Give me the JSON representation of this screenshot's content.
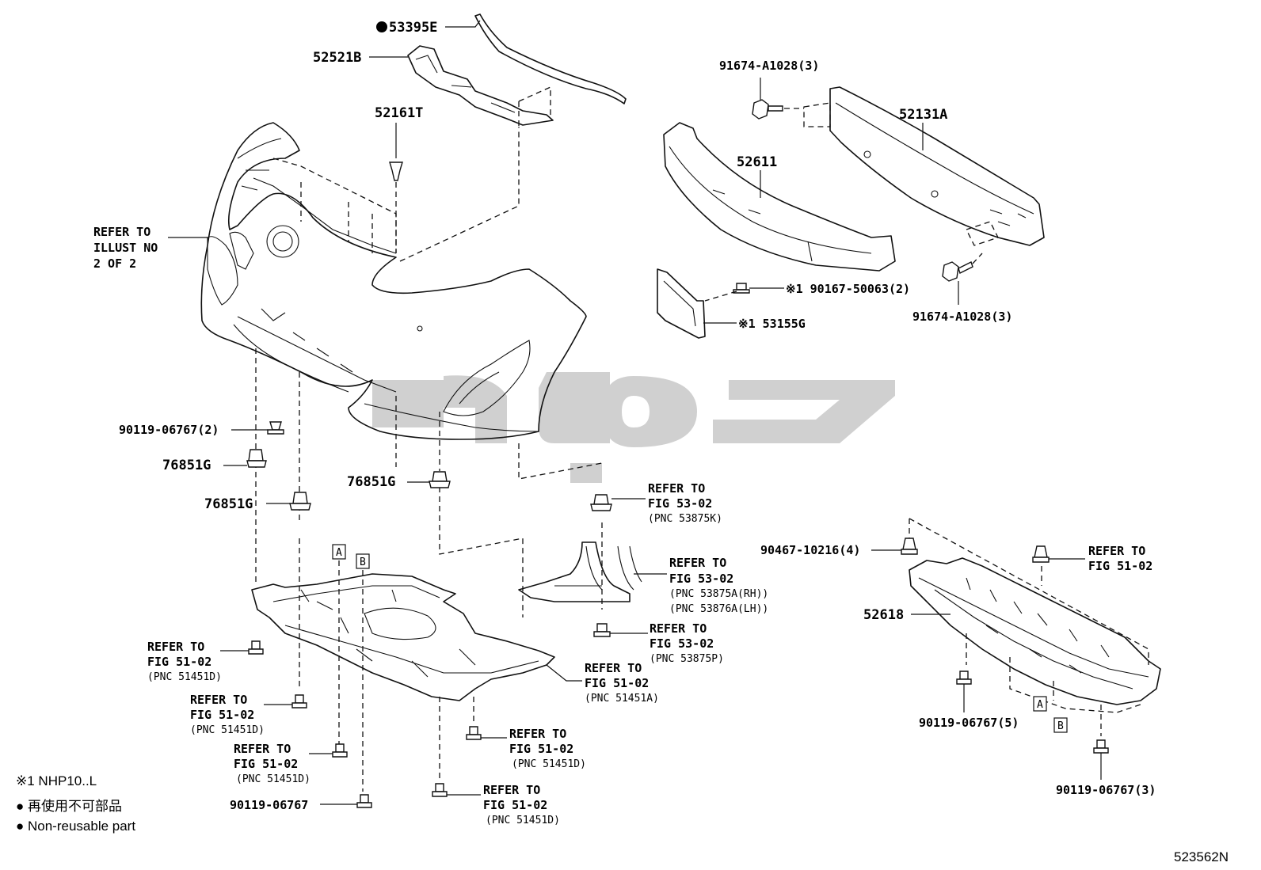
{
  "labels": {
    "p53395E": "53395E",
    "p52521B": "52521B",
    "p52161T": "52161T",
    "refer_illust_1": "REFER TO",
    "refer_illust_2": "ILLUST NO",
    "refer_illust_3": "2 OF 2",
    "p90119_2": "90119-06767(2)",
    "p76851G_a": "76851G",
    "p76851G_b": "76851G",
    "p76851G_c": "76851G",
    "p91674_top": "91674-A1028(3)",
    "p52131A": "52131A",
    "p52611": "52611",
    "p90167": "※1 90167-50063(2)",
    "p53155G": "※1 53155G",
    "p91674_bot": "91674-A1028(3)",
    "r53875K_1": "REFER TO",
    "r53875K_2": "FIG 53-02",
    "r53875K_3": "(PNC 53875K)",
    "r53875A_1": "REFER TO",
    "r53875A_2": "FIG 53-02",
    "r53875A_3": "(PNC 53875A(RH))",
    "r53875A_4": "(PNC 53876A(LH))",
    "r53875P_1": "REFER TO",
    "r53875P_2": "FIG 53-02",
    "r53875P_3": "(PNC 53875P)",
    "r51451A_1": "REFER TO",
    "r51451A_2": "FIG 51-02",
    "r51451A_3": "(PNC 51451A)",
    "rL1_1": "REFER TO",
    "rL1_2": "FIG 51-02",
    "rL1_3": "(PNC 51451D)",
    "rL2_1": "REFER TO",
    "rL2_2": "FIG 51-02",
    "rL2_3": "(PNC 51451D)",
    "rL3_1": "REFER TO",
    "rL3_2": "FIG 51-02",
    "rL3_3": "(PNC 51451D)",
    "rM1_1": "REFER TO",
    "rM1_2": "FIG 51-02",
    "rM1_3": "(PNC 51451D)",
    "rM2_1": "REFER TO",
    "rM2_2": "FIG 51-02",
    "rM2_3": "(PNC 51451D)",
    "p90119_plain": "90119-06767",
    "p90467": "90467-10216(4)",
    "rR_1": "REFER TO",
    "rR_2": "FIG 51-02",
    "p52618": "52618",
    "p90119_5": "90119-06767(5)",
    "p90119_3": "90119-06767(3)",
    "box_a1": "A",
    "box_b1": "B",
    "box_a2": "A",
    "box_b2": "B"
  },
  "notes": {
    "note1": "※1 NHP10..L",
    "note2": "● 再使用不可部品",
    "note3": "● Non-reusable part"
  },
  "diagram_id": "523562N",
  "watermark_color": "#c8c8c8"
}
